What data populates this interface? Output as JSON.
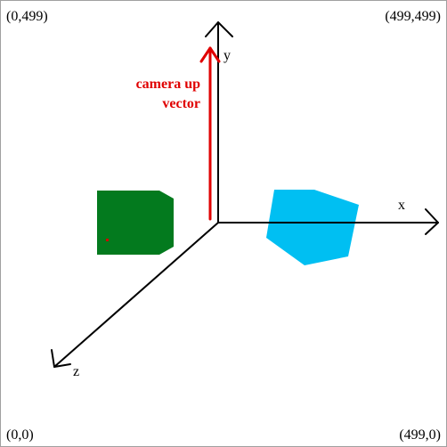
{
  "corners": {
    "top_left": "(0,499)",
    "top_right": "(499,499)",
    "bottom_left": "(0,0)",
    "bottom_right": "(499,0)"
  },
  "axes": {
    "x_label": "x",
    "y_label": "y",
    "z_label": "z"
  },
  "camera_vector": {
    "line1": "camera up",
    "line2": "vector",
    "color": "#e00000"
  },
  "shapes": {
    "green_color": "#037a1e",
    "cyan_color": "#00bff2",
    "marker_color": "#d00000"
  }
}
